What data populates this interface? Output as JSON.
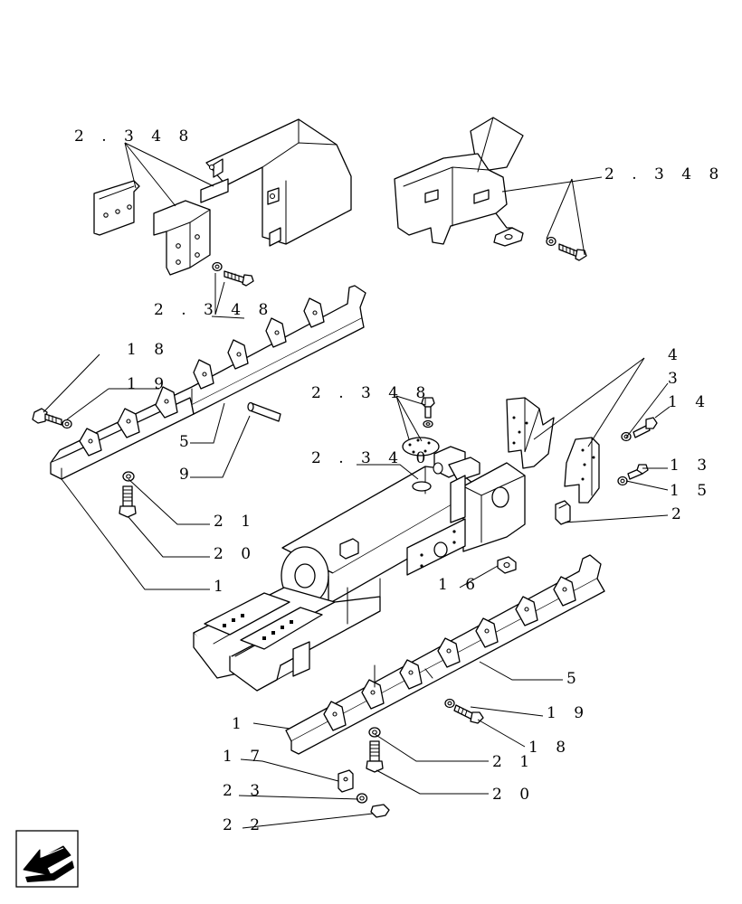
{
  "callouts": {
    "c_2348_a": "2 . 3 4 8",
    "c_2348_b": "2 . 3 4 8",
    "c_2348_c": "2 . 3 4 8",
    "c_2348_d": "2 . 3 4 8",
    "c_2340": "2 . 3 4 0",
    "c_18_left": "1 8",
    "c_19_left": "1 9",
    "c_5_left": "5",
    "c_9": "9",
    "c_21_left": "2 1",
    "c_20_left": "2 0",
    "c_1_left": "1",
    "c_4": "4",
    "c_3": "3",
    "c_14": "1 4",
    "c_13": "1 3",
    "c_15": "1 5",
    "c_2": "2",
    "c_16": "1 6",
    "c_5_right": "5",
    "c_1_bottom": "1",
    "c_19_right": "1 9",
    "c_18_right": "1 8",
    "c_21_right": "2 1",
    "c_20_right": "2 0",
    "c_17": "1 7",
    "c_23": "2 3",
    "c_22": "2 2"
  },
  "icons": {
    "nav": "arrow-left-icon"
  },
  "colors": {
    "line": "#000000",
    "background": "#ffffff"
  }
}
